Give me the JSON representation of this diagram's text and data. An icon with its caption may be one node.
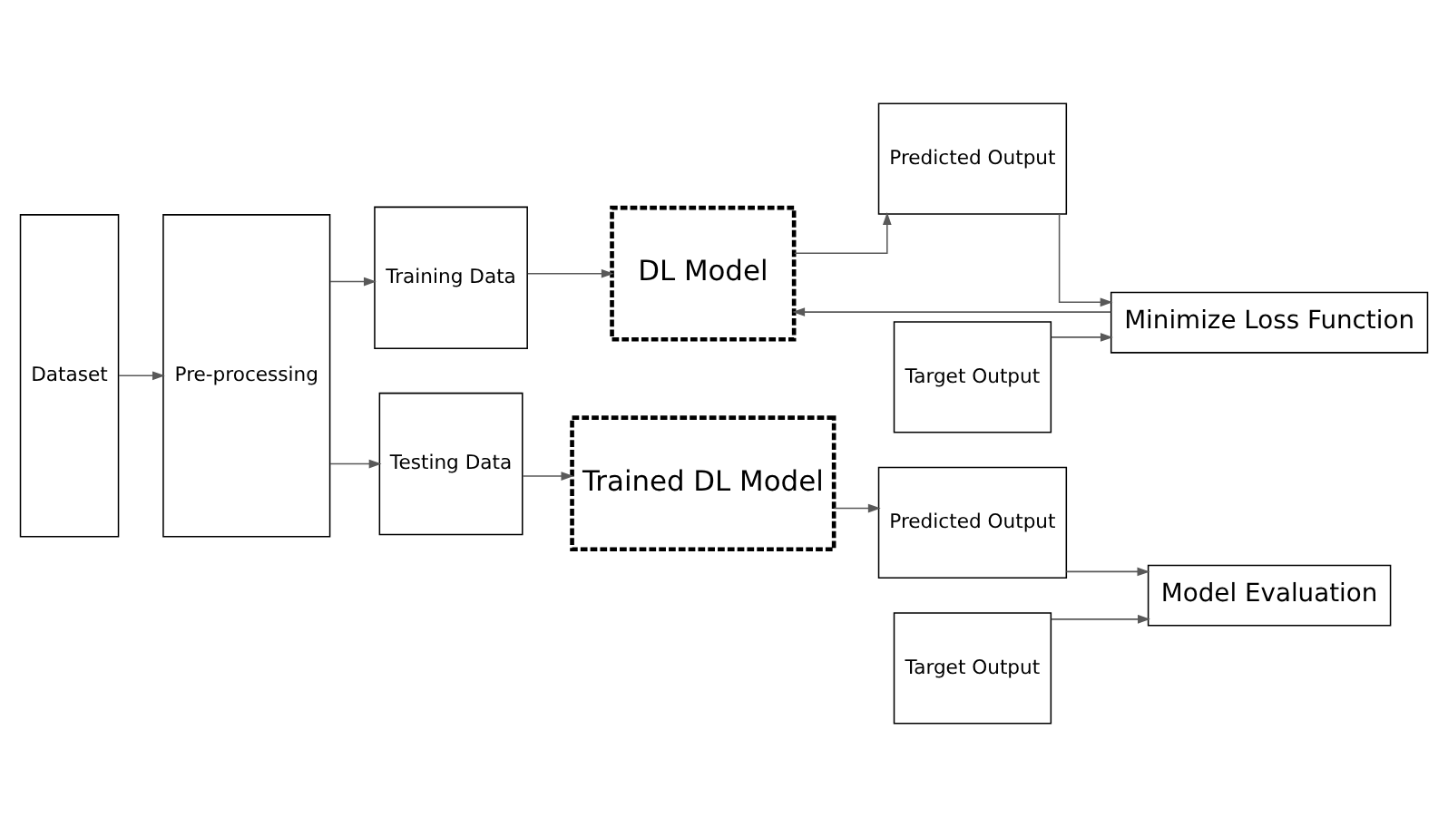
{
  "diagram": {
    "nodes": [
      {
        "text": [
          "Dataset"
        ]
      },
      {
        "text": [
          "Pre-processing"
        ]
      },
      {
        "text": [
          "Training Data"
        ]
      },
      {
        "text": [
          "Testing Data"
        ]
      },
      {
        "text": [
          "DL Model"
        ]
      },
      {
        "text": [
          "Trained DL Model"
        ]
      },
      {
        "text": [
          "Predicted Output"
        ]
      },
      {
        "text": [
          "Target Output"
        ]
      },
      {
        "text": [
          "Minimize Loss Function"
        ]
      },
      {
        "text": [
          "Predicted Output"
        ]
      },
      {
        "text": [
          "Target Output"
        ]
      },
      {
        "text": [
          "Model Evaluation"
        ]
      }
    ],
    "edges": [
      {
        "from": 0,
        "to": 1,
        "arrow": "to"
      },
      {
        "from": 1,
        "to": 2,
        "arrow": "to"
      },
      {
        "from": 1,
        "to": 3,
        "arrow": "to"
      },
      {
        "from": 2,
        "to": 4,
        "arrow": "to"
      },
      {
        "from": 3,
        "to": 5,
        "arrow": "to"
      },
      {
        "from": 4,
        "to": 6,
        "arrow": "to"
      },
      {
        "from": 6,
        "to": 8,
        "arrow": "to"
      },
      {
        "from": 7,
        "to": 8,
        "arrow": "to"
      },
      {
        "from": 8,
        "to": 4,
        "arrow": "to"
      },
      {
        "from": 5,
        "to": 9,
        "arrow": "to"
      },
      {
        "from": 9,
        "to": 11,
        "arrow": "to"
      },
      {
        "from": 10,
        "to": 11,
        "arrow": "to"
      }
    ]
  }
}
